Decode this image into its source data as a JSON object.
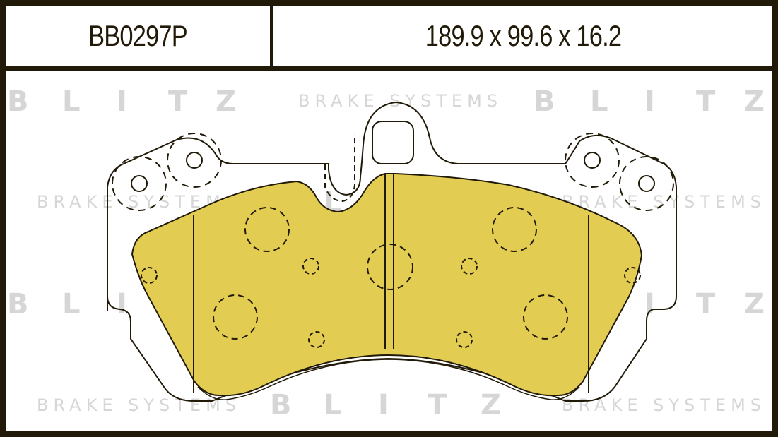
{
  "header": {
    "part_number": "BB0297P",
    "dimensions": "189.9 x 99.6 x 16.2"
  },
  "watermark": {
    "brand_letters": [
      "B",
      "L",
      "I",
      "T",
      "Z"
    ],
    "tagline": "BRAKE SYSTEMS"
  },
  "drawing": {
    "subject": "brake-pad-outline",
    "pad_fill_color": "#e2cd52",
    "line_color": "#221a08",
    "frame_color": "#221a08",
    "watermark_color": "#d6d6d6"
  }
}
